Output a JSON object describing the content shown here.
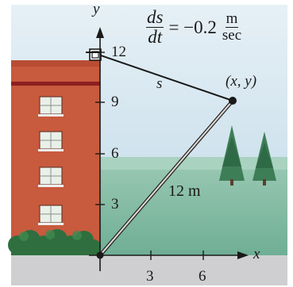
{
  "labels": {
    "x_axis": "x",
    "y_axis": "y",
    "x_ticks": [
      "3",
      "6"
    ],
    "y_ticks": [
      "3",
      "6",
      "9",
      "12"
    ],
    "segment_s": "s",
    "ladder_length": "12 m",
    "point": "(x, y)"
  },
  "rate_equation": {
    "lhs_numerator": "ds",
    "lhs_denominator": "dt",
    "equals_value": "= −0.2",
    "unit_numerator": "m",
    "unit_denominator": "sec"
  },
  "colors": {
    "sky": "#dbe9f2",
    "grass": "#7fb8a2",
    "ground": "#cfcfd2",
    "building": "#c85a3e",
    "roof_stripe": "#8e1f1f",
    "ladder": "#d9d4cf",
    "tree": "#3e7e57"
  }
}
